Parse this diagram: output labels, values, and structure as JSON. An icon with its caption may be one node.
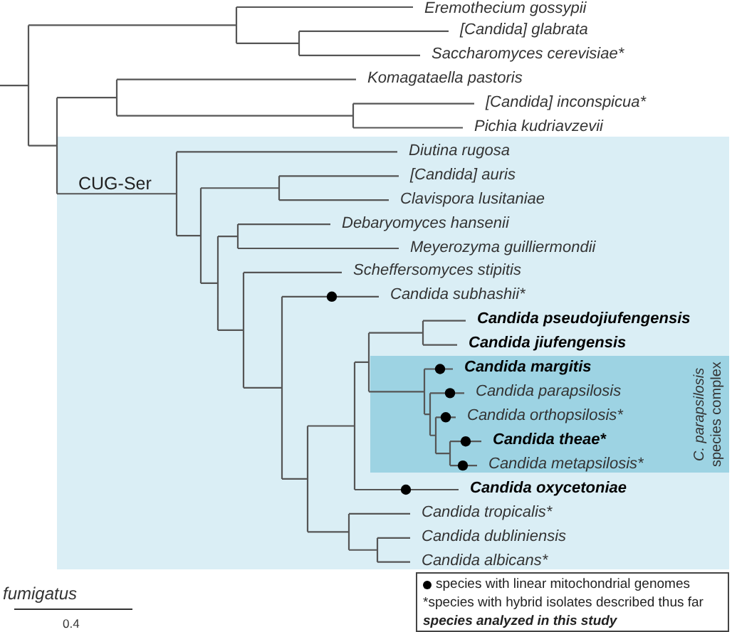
{
  "diagram": {
    "nodes": [
      {
        "text": [
          "CUG-Ser"
        ]
      },
      {
        "text": [
          "*C. parapsilosis* species complex"
        ],
        "in": 0
      }
    ],
    "labels": [
      "Eremothecium gossypii",
      "[Candida] glabrata",
      "Saccharomyces cerevisiae*",
      "Komagataella pastoris",
      "[Candida] inconspicua*",
      "Pichia kudriavzevii",
      "Diutina rugosa",
      "[Candida] auris",
      "Clavispora lusitaniae",
      "Debaryomyces hansenii",
      "Meyerozyma guilliermondii",
      "Scheffersomyces stipitis",
      "Candida subhashii*",
      "Candida pseudojiufengensis",
      "Candida jiufengensis",
      "Candida margitis",
      "Candida parapsilosis",
      "Candida orthopsilosis*",
      "Candida theae*",
      "Candida metapsilosis*",
      "Candida oxycetoniae",
      "Candida tropicalis*",
      "Candida dubliniensis",
      "Candida albicans*",
      "fumigatus",
      "0.4"
    ],
    "legend": [
      {
        "text": "species with linear mitochondrial genomes"
      },
      {
        "text": "*species with hybrid isolates described thus far"
      },
      {
        "text": "species analyzed in this study"
      }
    ]
  }
}
